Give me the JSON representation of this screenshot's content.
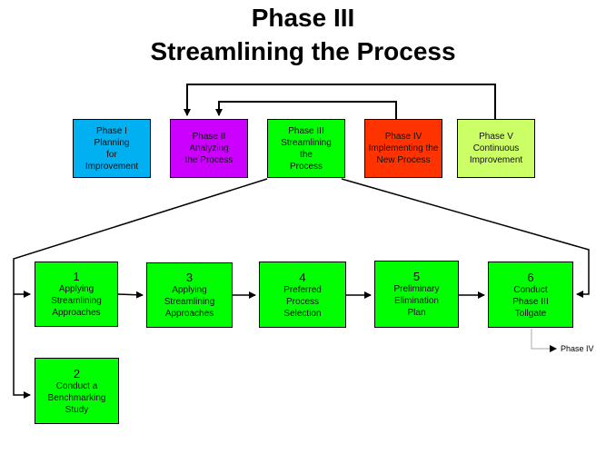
{
  "title": {
    "line1": "Phase III",
    "line2": "Streamlining the Process"
  },
  "colors": {
    "phase1": "#00b0f0",
    "phase2": "#cc00ff",
    "phase3": "#00ff00",
    "phase4": "#ff3300",
    "phase5": "#ccff66",
    "step": "#00ff00"
  },
  "phases": [
    {
      "lines": [
        "Phase I",
        "Planning",
        "for",
        "Improvement"
      ]
    },
    {
      "lines": [
        "Phase II",
        "Analyzing",
        "the Process"
      ]
    },
    {
      "lines": [
        "Phase III",
        "Streamlining",
        "the",
        "Process"
      ]
    },
    {
      "lines": [
        "Phase IV",
        "Implementing the",
        "New Process"
      ]
    },
    {
      "lines": [
        "Phase V",
        "Continuous",
        "Improvement"
      ]
    }
  ],
  "steps": [
    {
      "num": "1",
      "lines": [
        "Applying",
        "Streamlining",
        "Approaches"
      ]
    },
    {
      "num": "3",
      "lines": [
        "Applying",
        "Streamlining",
        "Approaches"
      ]
    },
    {
      "num": "4",
      "lines": [
        "Preferred",
        "Process",
        "Selection"
      ]
    },
    {
      "num": "5",
      "lines": [
        "Preliminary",
        "Elimination",
        "Plan"
      ]
    },
    {
      "num": "6",
      "lines": [
        "Conduct",
        "Phase III",
        "Tollgate"
      ]
    },
    {
      "num": "2",
      "lines": [
        "Conduct a",
        "Benchmarking",
        "Study"
      ]
    }
  ],
  "next_phase_label": "Phase IV"
}
